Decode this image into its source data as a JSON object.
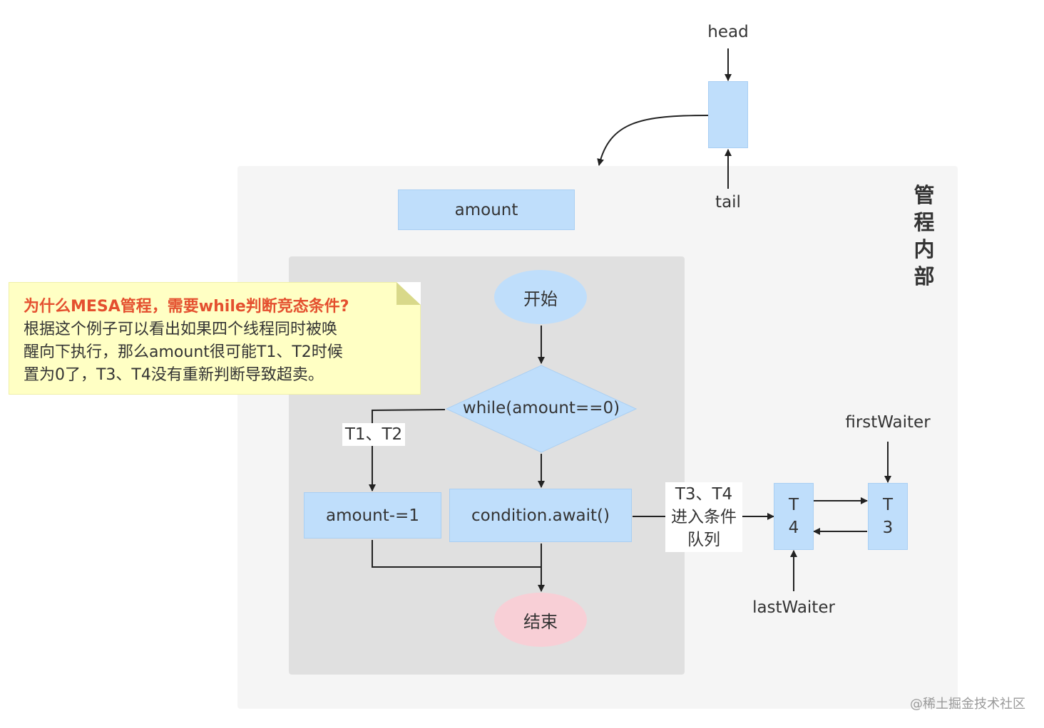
{
  "monitor": {
    "title": "管程内部"
  },
  "pointers": {
    "head": "head",
    "tail": "tail",
    "first_waiter": "firstWaiter",
    "last_waiter": "lastWaiter"
  },
  "fields": {
    "amount": "amount"
  },
  "flow": {
    "start": "开始",
    "decision": "while(amount==0)",
    "branch_label": "T1、T2",
    "decrement": "amount-=1",
    "await": "condition.await()",
    "end": "结束"
  },
  "condition_queue": {
    "enter_label_lines": [
      "T3、T4",
      "进入条件",
      "队列"
    ],
    "nodes": [
      {
        "lines": [
          "T",
          "4"
        ]
      },
      {
        "lines": [
          "T",
          "3"
        ]
      }
    ]
  },
  "note": {
    "title": "为什么MESA管程，需要while判断竞态条件?",
    "lines": [
      "根据这个例子可以看出如果四个线程同时被唤",
      "醒向下执行，那么amount很可能T1、T2时候",
      "置为0了，T3、T4没有重新判断导致超卖。"
    ]
  },
  "colors": {
    "box_fill": "#bfdefb",
    "end_fill": "#f8cfd6",
    "note_fill": "#ffffc4",
    "note_title": "#e4502f",
    "monitor_bg": "#f5f5f5",
    "inner_bg": "#e0e0e0"
  },
  "watermark": "@稀土掘金技术社区"
}
